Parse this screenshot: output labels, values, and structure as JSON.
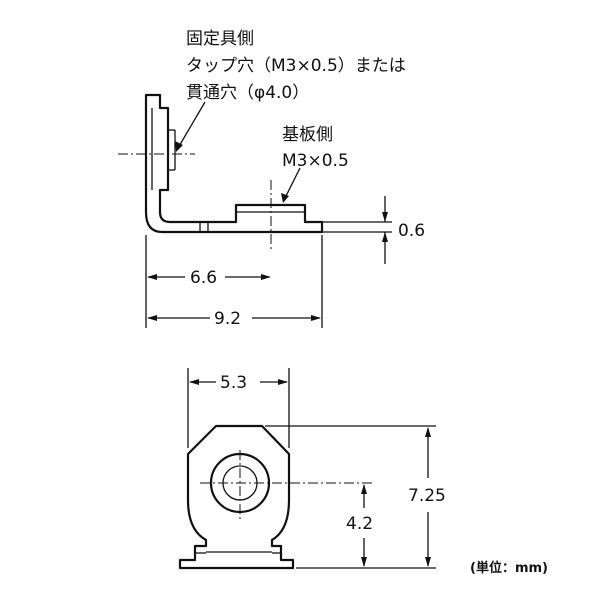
{
  "side_view": {
    "callout_fixture": {
      "line1": "固定具側",
      "line2": "タップ穴（M3×0.5）または",
      "line3": "貫通穴（φ4.0）"
    },
    "callout_board": {
      "line1": "基板側",
      "line2": "M3×0.5"
    },
    "dim_thickness": "0.6",
    "dim_hole_pos": "6.6",
    "dim_length": "9.2"
  },
  "front_view": {
    "dim_width": "5.3",
    "dim_height": "7.25",
    "dim_hole_height": "4.2"
  },
  "unit_note": "(単位：mm)"
}
